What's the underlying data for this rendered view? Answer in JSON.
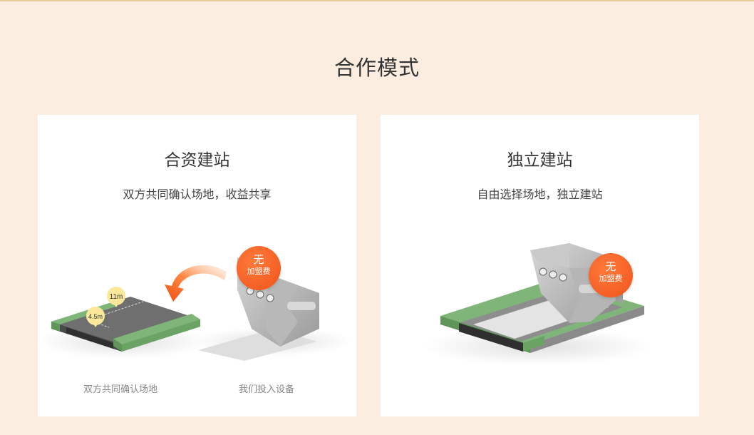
{
  "page": {
    "section_title": "合作模式",
    "accent_color": "#f0531c",
    "background_color": "#fbeee0"
  },
  "cards": [
    {
      "title": "合资建站",
      "subtitle": "双方共同确认场地，收益共享",
      "badge": {
        "line1": "无",
        "line2": "加盟费"
      },
      "dimension_labels": [
        "11m",
        "4.5m"
      ],
      "captions": [
        "双方共同确认场地",
        "我们投入设备"
      ]
    },
    {
      "title": "独立建站",
      "subtitle": "自由选择场地，独立建站",
      "badge": {
        "line1": "无",
        "line2": "加盟费"
      }
    }
  ]
}
